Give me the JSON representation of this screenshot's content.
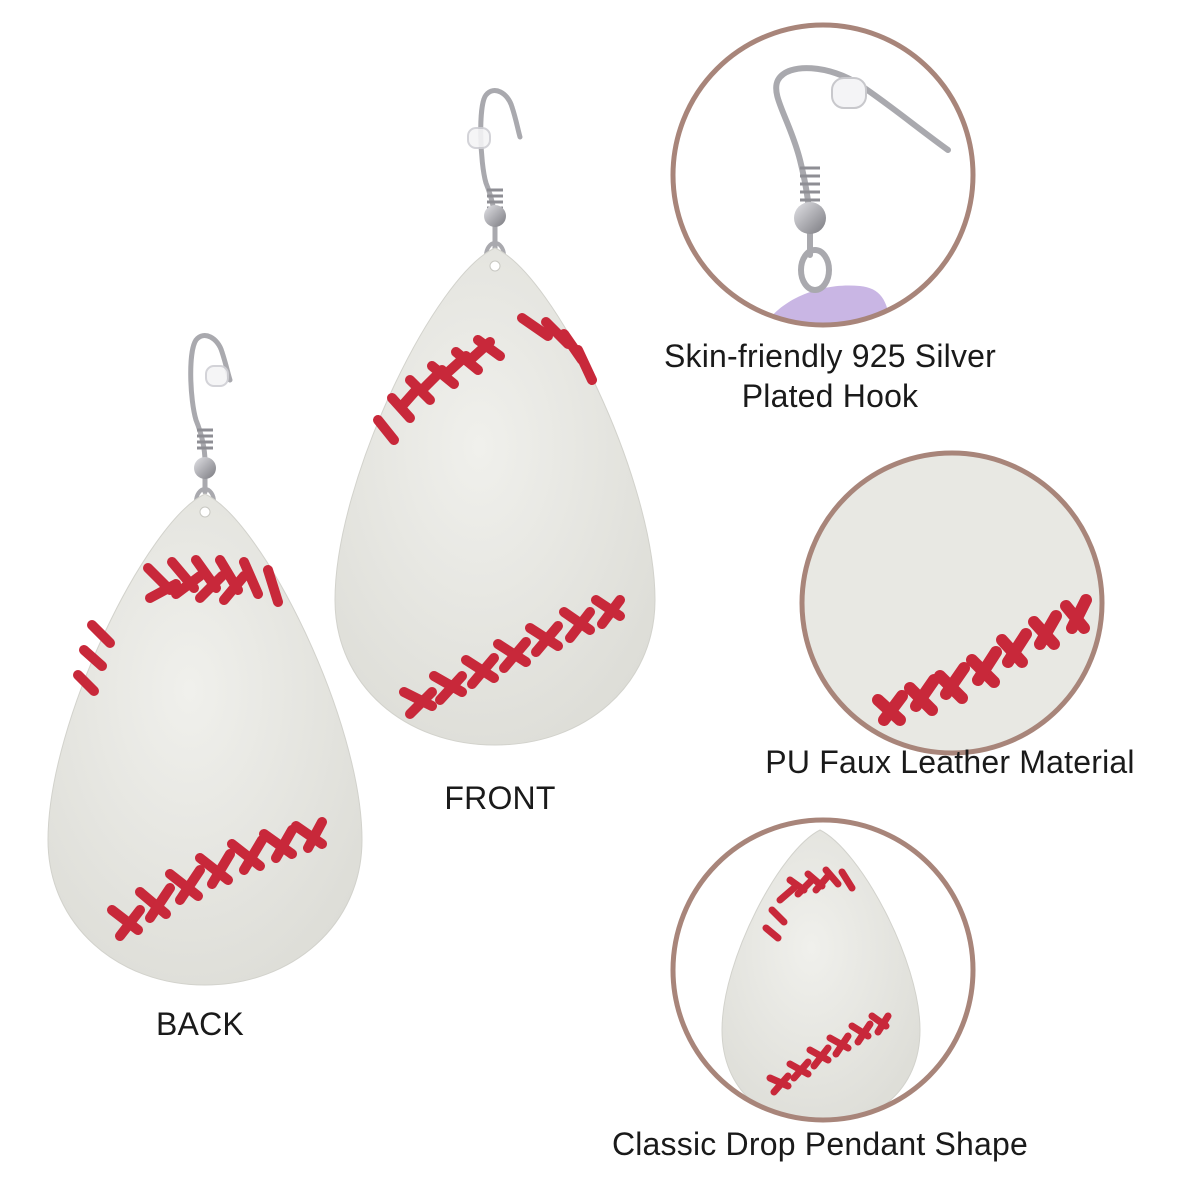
{
  "labels": {
    "back": "BACK",
    "front": "FRONT",
    "hook_line1": "Skin-friendly 925 Silver",
    "hook_line2": "Plated Hook",
    "material": "PU Faux Leather Material",
    "shape": "Classic Drop Pendant Shape"
  },
  "colors": {
    "leather": "#e8e8e3",
    "stitch": "#c8283a",
    "ring": "#a8857a",
    "metal": "#b8b8bc",
    "lavender": "#c9b6e4"
  },
  "icons": {
    "hook": "silver-hook-icon",
    "earring": "teardrop-earring-icon"
  }
}
